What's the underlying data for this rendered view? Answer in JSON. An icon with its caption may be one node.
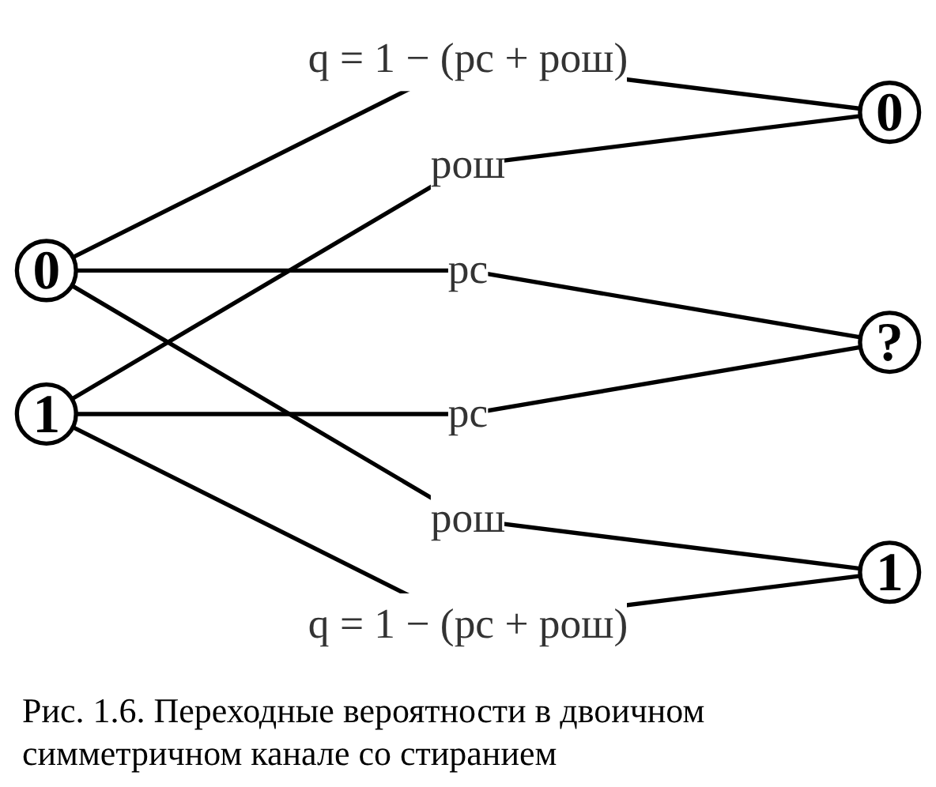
{
  "diagram": {
    "caption": "Рис. 1.6. Переходные вероятности в двоичном симметричном канале со стиранием",
    "nodes": [
      {
        "text": [
          "0"
        ]
      },
      {
        "text": [
          "1"
        ]
      },
      {
        "text": [
          "0"
        ]
      },
      {
        "text": [
          "?"
        ]
      },
      {
        "text": [
          "1"
        ]
      }
    ],
    "edges": [
      {
        "from": 0,
        "to": 2,
        "arrow": "none",
        "label": "q = 1 − (pс + pош)"
      },
      {
        "from": 0,
        "to": 3,
        "arrow": "none",
        "label": "pс"
      },
      {
        "from": 0,
        "to": 4,
        "arrow": "none",
        "label": "pош"
      },
      {
        "from": 1,
        "to": 2,
        "arrow": "none",
        "label": "pош"
      },
      {
        "from": 1,
        "to": 3,
        "arrow": "none",
        "label": "pс"
      },
      {
        "from": 1,
        "to": 4,
        "arrow": "none",
        "label": "q = 1 − (pс + pош)"
      }
    ]
  }
}
